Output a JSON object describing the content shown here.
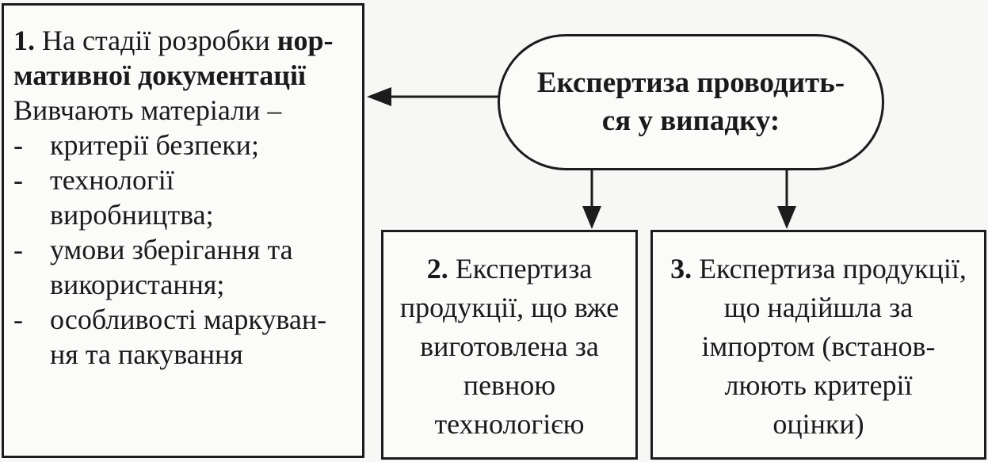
{
  "oval": {
    "line1": "Експертиза проводить-",
    "line2": "ся у випадку:"
  },
  "box1": {
    "number": "1.",
    "heading_plain": " На стадії розробки ",
    "heading_bold_a": "нор-",
    "heading_bold_b": "мативної документації",
    "intro": "Вивчають матеріали –",
    "items": [
      {
        "dash": "-",
        "text": "критерії безпеки;"
      },
      {
        "dash": "-",
        "text": "технології"
      },
      {
        "dash": "",
        "text": "виробництва;"
      },
      {
        "dash": "-",
        "text": "умови зберігання та"
      },
      {
        "dash": "",
        "text": "використання;"
      },
      {
        "dash": "-",
        "text": "особливості маркуван-"
      },
      {
        "dash": "",
        "text": "ня та пакування"
      }
    ]
  },
  "box2": {
    "number": "2.",
    "line1": " Експертиза",
    "line2": "продукції, що вже",
    "line3": "виготовлена за",
    "line4": "певною",
    "line5": "технологією"
  },
  "box3": {
    "number": "3.",
    "line1": " Експертиза продукції,",
    "line2": "що надійшла за",
    "line3": "імпортом (встанов-",
    "line4": "люють критерії",
    "line5": "оцінки)"
  }
}
